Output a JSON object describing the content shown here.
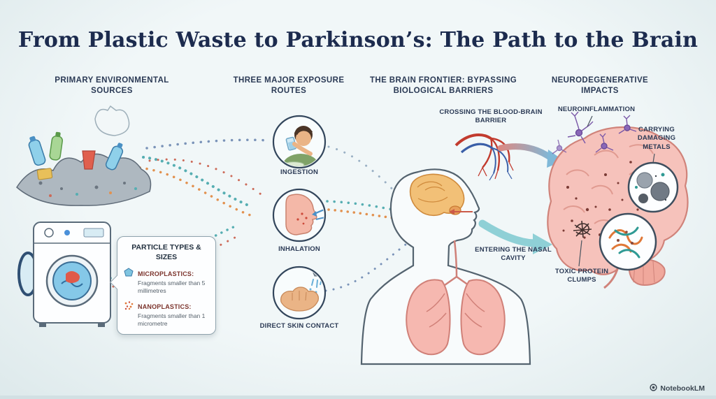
{
  "title": "From Plastic Waste to Parkinson’s: The Path to the Brain",
  "columns": {
    "sources": {
      "heading": "PRIMARY ENVIRONMENTAL SOURCES"
    },
    "routes": {
      "heading": "THREE MAJOR EXPOSURE ROUTES",
      "items": [
        {
          "label": "INGESTION"
        },
        {
          "label": "INHALATION"
        },
        {
          "label": "DIRECT SKIN CONTACT"
        }
      ]
    },
    "barriers": {
      "heading": "THE BRAIN FRONTIER: BYPASSING BIOLOGICAL BARRIERS",
      "crossing_label": "CROSSING THE BLOOD-BRAIN BARRIER",
      "nasal_label": "ENTERING THE NASAL CAVITY"
    },
    "impacts": {
      "heading": "NEURODEGENERATIVE IMPACTS",
      "labels": {
        "neuroinflammation": "NEUROINFLAMMATION",
        "metals": "CARRYING DAMAGING METALS",
        "toxic": "TOXIC PROTEIN CLUMPS"
      }
    }
  },
  "callout": {
    "title": "PARTICLE TYPES & SIZES",
    "items": [
      {
        "name": "MICROPLASTICS:",
        "desc": "Fragments smaller than 5 millimetres"
      },
      {
        "name": "NANOPLASTICS:",
        "desc": "Fragments smaller than 1 micrometre"
      }
    ]
  },
  "colors": {
    "accent_teal": "#8fd0d6",
    "brain_pink": "#f6c2bb",
    "vessel_red": "#c23b2e",
    "vessel_blue": "#3a5fa8"
  },
  "footer": {
    "brand": "NotebookLM"
  }
}
